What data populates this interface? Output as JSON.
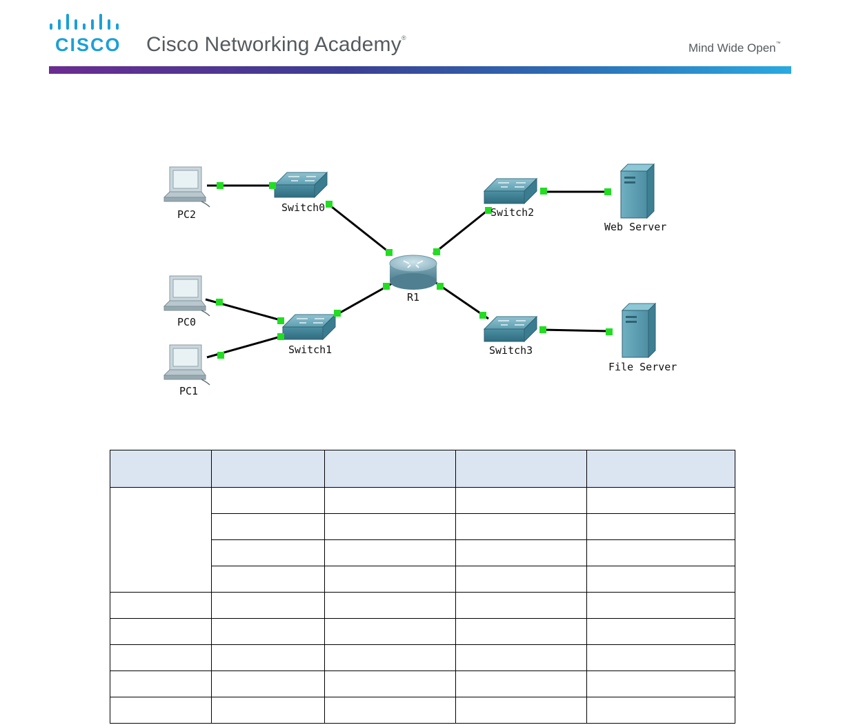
{
  "header": {
    "logo_word": "CISCO",
    "academy_title": "Cisco Networking Academy",
    "academy_mark": "®",
    "tagline": "Mind Wide Open",
    "tagline_mark": "™",
    "colors": {
      "logo_blue": "#1ba0d7",
      "text_gray": "#555a5e",
      "bar_start": "#6a2c91",
      "bar_end": "#2aa9e0"
    }
  },
  "topology": {
    "devices": [
      {
        "id": "pc2",
        "label": "PC2",
        "type": "pc-icon"
      },
      {
        "id": "pc0",
        "label": "PC0",
        "type": "pc-icon"
      },
      {
        "id": "pc1",
        "label": "PC1",
        "type": "pc-icon"
      },
      {
        "id": "switch0",
        "label": "Switch0",
        "type": "switch-icon"
      },
      {
        "id": "switch1",
        "label": "Switch1",
        "type": "switch-icon"
      },
      {
        "id": "switch2",
        "label": "Switch2",
        "type": "switch-icon"
      },
      {
        "id": "switch3",
        "label": "Switch3",
        "type": "switch-icon"
      },
      {
        "id": "r1",
        "label": "R1",
        "type": "router-icon"
      },
      {
        "id": "web",
        "label": "Web Server",
        "type": "server-icon"
      },
      {
        "id": "file",
        "label": "File Server",
        "type": "server-icon"
      }
    ],
    "links": [
      [
        "pc2",
        "switch0"
      ],
      [
        "switch0",
        "r1"
      ],
      [
        "pc0",
        "switch1"
      ],
      [
        "pc1",
        "switch1"
      ],
      [
        "switch1",
        "r1"
      ],
      [
        "r1",
        "switch2"
      ],
      [
        "switch2",
        "web"
      ],
      [
        "r1",
        "switch3"
      ],
      [
        "switch3",
        "file"
      ]
    ],
    "link_status_color": "#22dd22"
  },
  "table": {
    "header_color": "#dbe5f1",
    "headers": [
      "",
      "",
      "",
      "",
      ""
    ],
    "row_count": 9
  }
}
